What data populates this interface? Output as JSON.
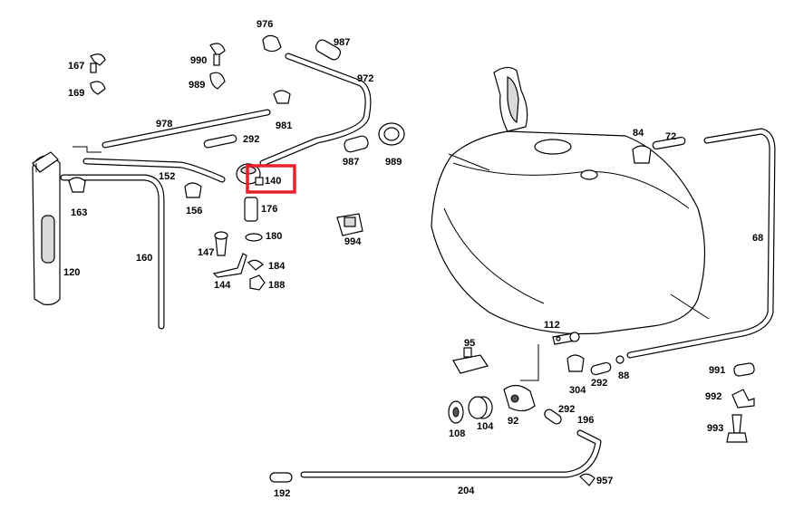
{
  "diagram": {
    "highlight_color": "#e8202a",
    "highlighted_part": "140",
    "labels": {
      "p976": "976",
      "p987a": "987",
      "p167": "167",
      "p990": "990",
      "p169": "169",
      "p989a": "989",
      "p972": "972",
      "p978": "978",
      "p981": "981",
      "p292a": "292",
      "p987b": "987",
      "p989b": "989",
      "p84": "84",
      "p72": "72",
      "p152": "152",
      "p140": "140",
      "p163": "163",
      "p156": "156",
      "p176": "176",
      "p994": "994",
      "p180": "180",
      "p147": "147",
      "p68": "68",
      "p160": "160",
      "p184": "184",
      "p120": "120",
      "p144": "144",
      "p188": "188",
      "p112": "112",
      "p95": "95",
      "p304": "304",
      "p292b": "292",
      "p88": "88",
      "p991": "991",
      "p992": "992",
      "p108": "108",
      "p104": "104",
      "p92": "92",
      "p292c": "292",
      "p196": "196",
      "p993": "993",
      "p957": "957",
      "p192": "192",
      "p204": "204"
    }
  }
}
